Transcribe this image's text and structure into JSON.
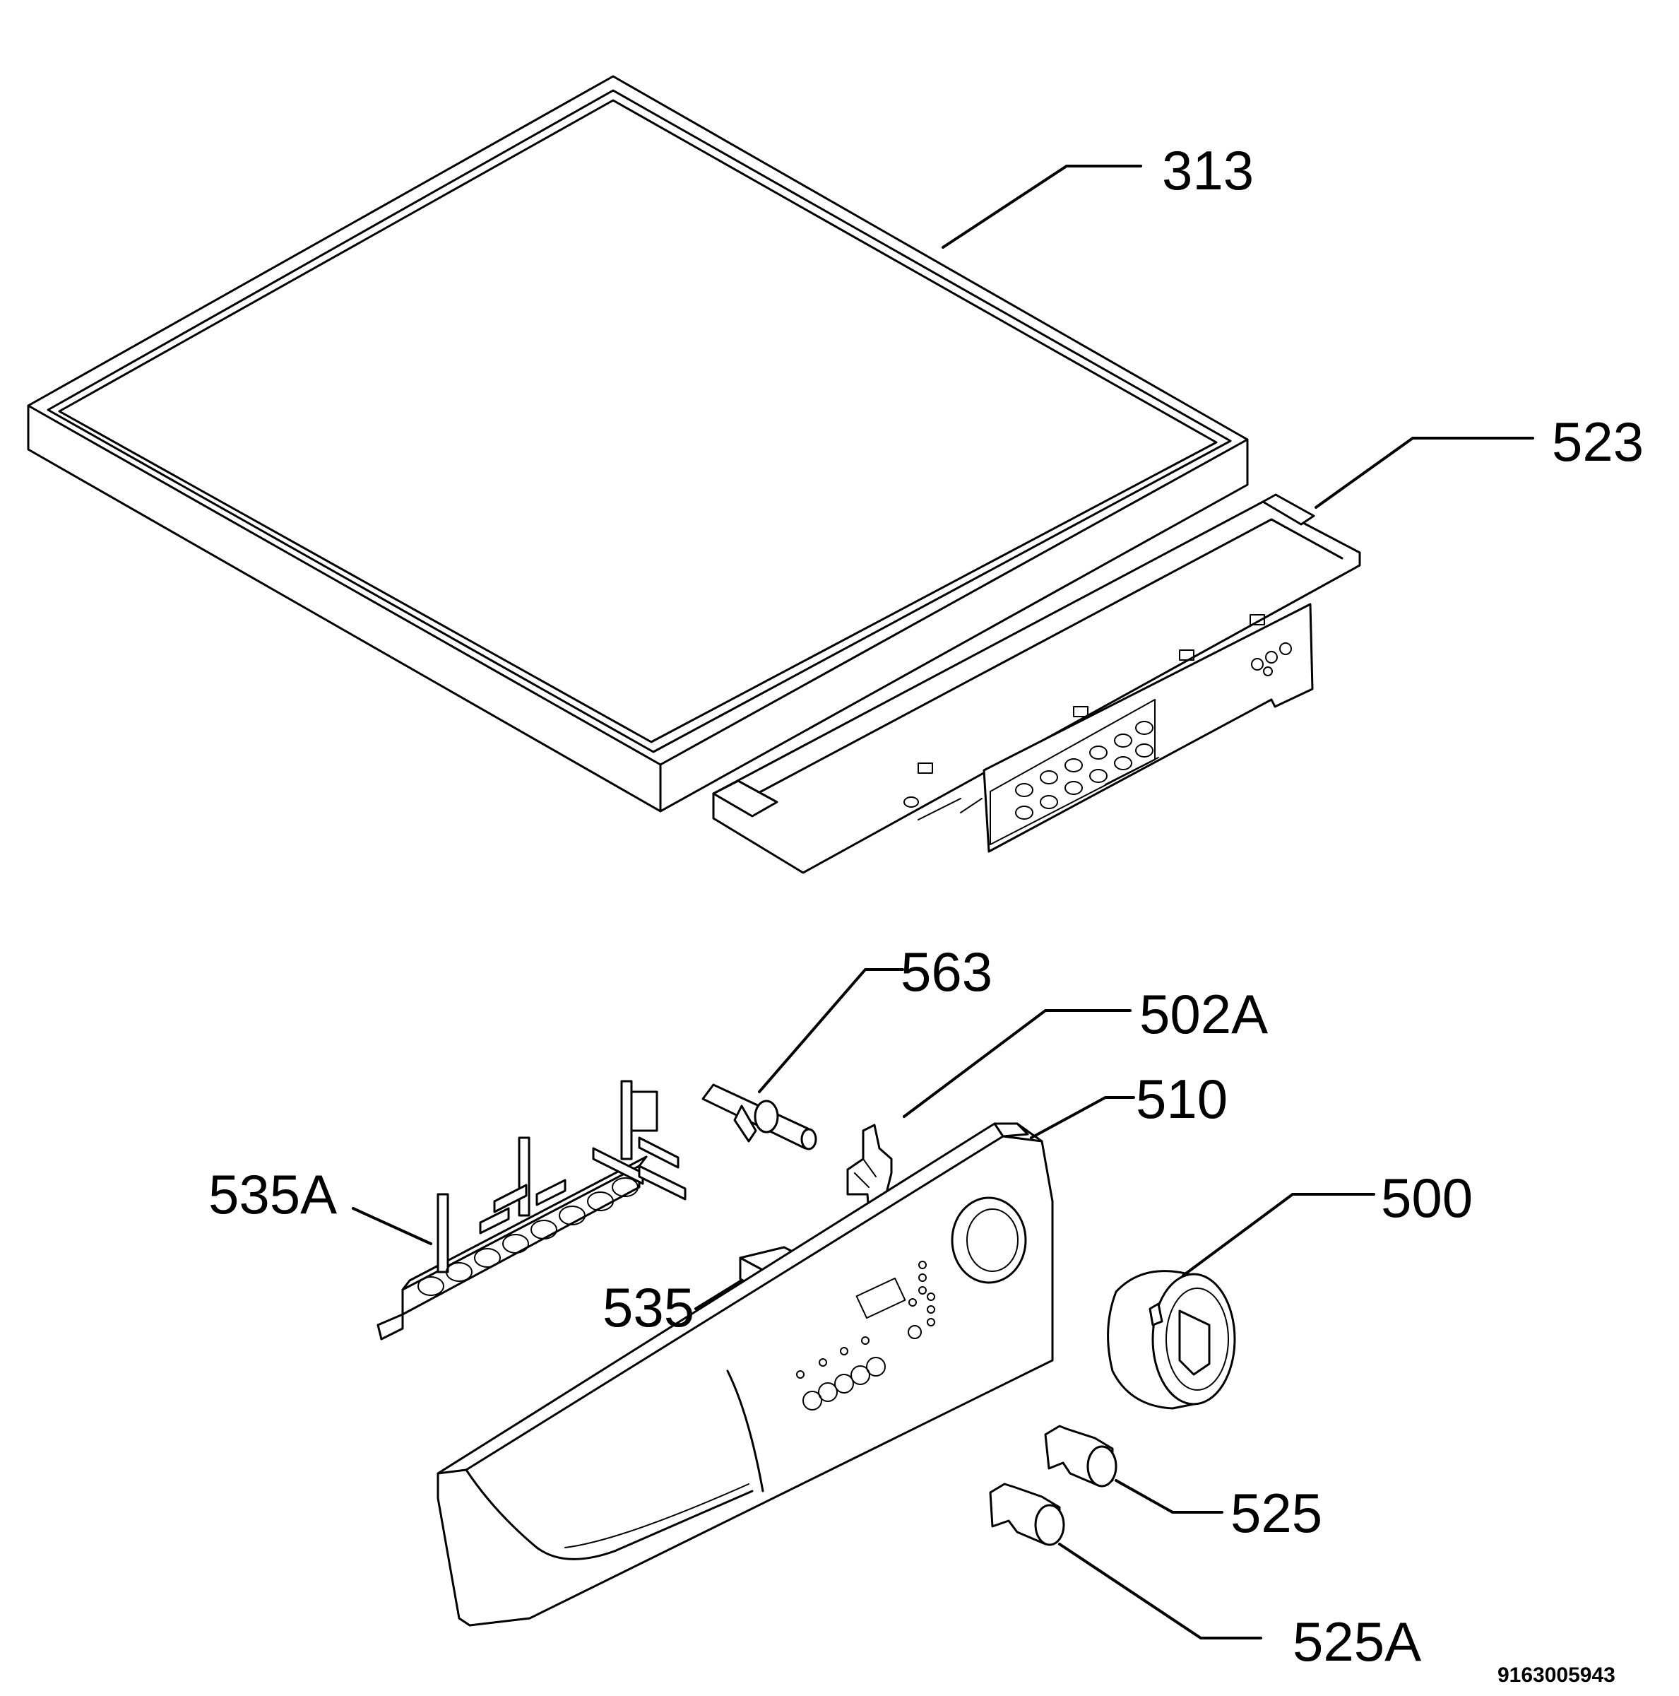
{
  "labels": {
    "p313": "313",
    "p523": "523",
    "p563": "563",
    "p502A": "502A",
    "p510": "510",
    "p535A": "535A",
    "p500": "500",
    "p535": "535",
    "p525": "525",
    "p525A": "525A"
  },
  "drawing_number": "9163005943"
}
